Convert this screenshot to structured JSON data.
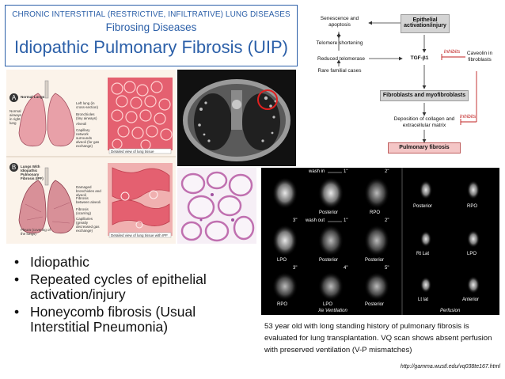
{
  "title": {
    "line1": "CHRONIC INTERSTITIAL (RESTRICTIVE, INFILTRATIVE) LUNG DISEASES",
    "line2": "Fibrosing Diseases",
    "line3": "Idiopathic Pulmonary Fibrosis (UIP)"
  },
  "illustration": {
    "panel_a": "A",
    "panel_b": "B",
    "label_a": "Normal Lungs",
    "label_b": "Lungs With Idiopathic Pulmonary Fibrosis (IPF)",
    "callouts_a": [
      "Left lung (in cross-section)",
      "Bronchioles (tiny airways)",
      "Alveoli",
      "Capillary network surrounds alveoli (for gas exchange)",
      "Normal airways in right lung",
      "Detailed view of lung tissue"
    ],
    "callouts_b": [
      "Damaged bronchioles and alveoli",
      "Fibrosis between alveoli",
      "Pleura (covering of the lungs)",
      "Fibrosis (scarring)",
      "Capillaries (greatly decreased gas exchange)",
      "Detailed view of lung tissue with IPF"
    ]
  },
  "pathway": {
    "senescence": "Senescence and apoptosis",
    "epithelial": "Epithelial activation/injury",
    "telomere_short": "Telomere shortening",
    "reduced_telomerase": "Reduced telomerase",
    "tgf": "TGF-β1",
    "inhibits1": "Inhibits",
    "caveolin": "Caveolin in fibroblasts",
    "familial": "Rare familial cases",
    "fibroblasts": "Fibroblasts and myofibroblasts",
    "deposition": "Deposition of collagen and extracellular matrix",
    "inhibits2": "Inhibits",
    "pf": "Pulmonary fibrosis"
  },
  "vq": {
    "wash_in": "wash in",
    "wash_out": "wash out",
    "times": [
      "1\"",
      "2\"",
      "3\"",
      "1\"",
      "2\"",
      "3\"",
      "4\"",
      "5\""
    ],
    "views_left": [
      "Posterior",
      "RPO",
      "LPO",
      "Posterior",
      "Posterior",
      "RPO",
      "LPO",
      "Posterior"
    ],
    "views_right": [
      "Posterior",
      "RPO",
      "Rt Lat",
      "LPO",
      "Lt lat",
      "Anterior"
    ],
    "xe_label": "Xe Ventilation",
    "perf_label": "Perfusion"
  },
  "bullets": [
    "Idiopathic",
    "Repeated cycles of epithelial activation/injury",
    "Honeycomb fibrosis (Usual Interstitial Pneumonia)"
  ],
  "caption": "53 year old with long standing history of pulmonary fibrosis is evaluated for lung transplantation. VQ scan shows absent perfusion with preserved ventilation (V-P mismatches)",
  "source": "http://gamma.wustl.edu/vq038te167.html"
}
